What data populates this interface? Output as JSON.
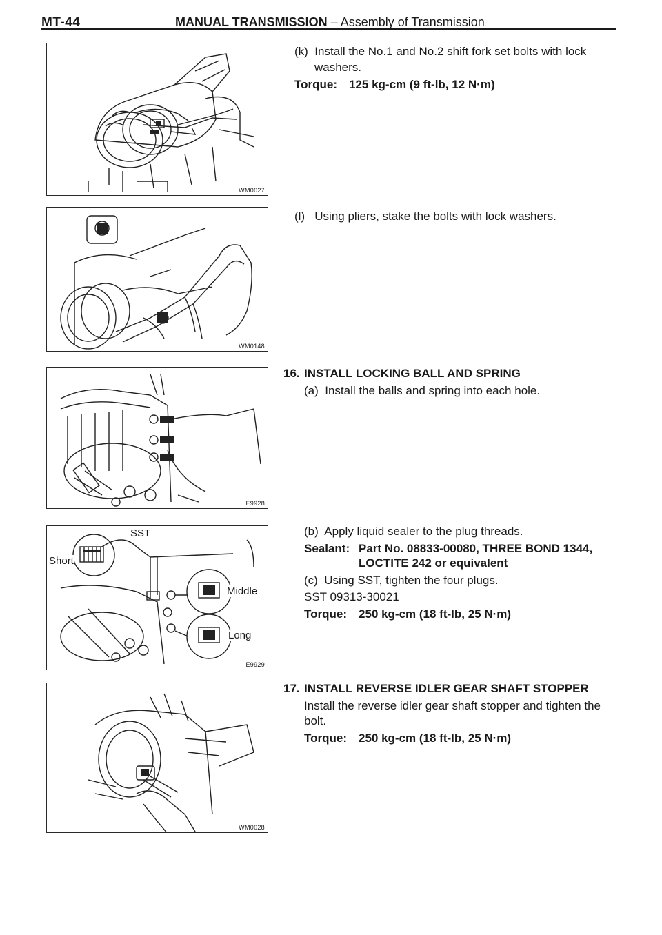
{
  "header": {
    "page_code": "MT-44",
    "section": "MANUAL TRANSMISSION",
    "subsection": "– Assembly of Transmission"
  },
  "figures": [
    {
      "code": "WM0027"
    },
    {
      "code": "WM0148"
    },
    {
      "code": "E9928"
    },
    {
      "code": "E9929",
      "labels": {
        "sst": "SST",
        "short": "Short",
        "middle": "Middle",
        "long": "Long"
      }
    },
    {
      "code": "WM0028"
    }
  ],
  "step_k": {
    "marker": "(k)",
    "text_1": "Install the No.1 and No.2 shift fork set bolts with lock",
    "text_2": "washers.",
    "torque_label": "Torque:",
    "torque_value": "125 kg-cm (9 ft-lb, 12 N·m)"
  },
  "step_l": {
    "marker": "(l)",
    "text": "Using pliers, stake the bolts with lock washers."
  },
  "section_16": {
    "number": "16.",
    "heading": "INSTALL LOCKING BALL AND SPRING",
    "step_a": {
      "marker": "(a)",
      "text": "Install the balls and spring into each hole."
    },
    "step_b": {
      "marker": "(b)",
      "text": "Apply liquid sealer to the plug threads.",
      "sealant_label": "Sealant:",
      "sealant_line_1": "Part No. 08833-00080, THREE BOND 1344,",
      "sealant_line_2": "LOCTITE 242 or equivalent"
    },
    "step_c": {
      "marker": "(c)",
      "text": "Using SST, tighten the four plugs.",
      "sst": "SST 09313-30021",
      "torque_label": "Torque:",
      "torque_value": "250 kg-cm (18 ft-lb, 25 N·m)"
    }
  },
  "section_17": {
    "number": "17.",
    "heading": "INSTALL REVERSE IDLER GEAR SHAFT STOPPER",
    "text_1": "Install the reverse idler gear shaft stopper and tighten the",
    "text_2": "bolt.",
    "torque_label": "Torque:",
    "torque_value": "250 kg-cm (18 ft-lb, 25 N·m)"
  }
}
